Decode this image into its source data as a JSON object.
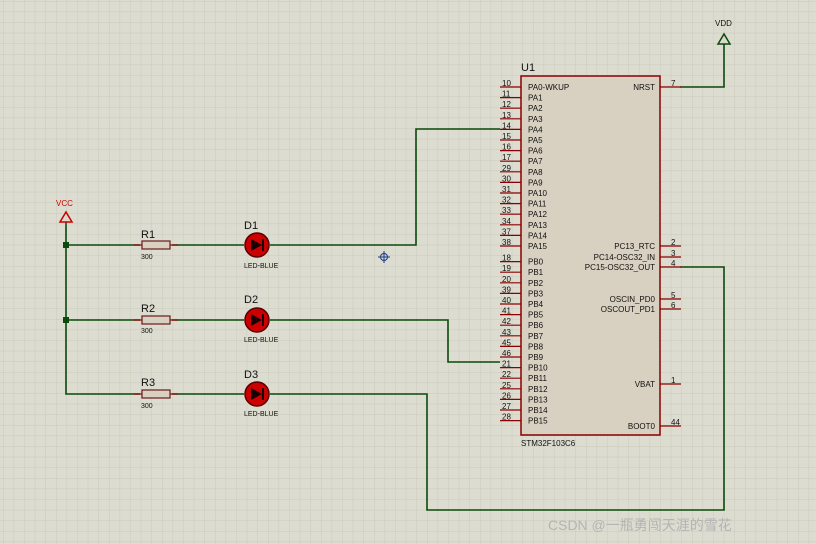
{
  "colors": {
    "background": "#dcdcd0",
    "grid": "#c4c4b6",
    "wire": "#0a4a0a",
    "pin": "#8b0000",
    "chip_fill": "#d8d0c0",
    "chip_border": "#8b0000",
    "led_fill": "#cc0000",
    "vcc_label": "#cc0000",
    "watermark": "#b4b4b4"
  },
  "chip": {
    "ref": "U1",
    "part": "STM32F103C6",
    "left_pins": [
      {
        "num": "10",
        "name": "PA0-WKUP"
      },
      {
        "num": "11",
        "name": "PA1"
      },
      {
        "num": "12",
        "name": "PA2"
      },
      {
        "num": "13",
        "name": "PA3"
      },
      {
        "num": "14",
        "name": "PA4"
      },
      {
        "num": "15",
        "name": "PA5"
      },
      {
        "num": "16",
        "name": "PA6"
      },
      {
        "num": "17",
        "name": "PA7"
      },
      {
        "num": "29",
        "name": "PA8"
      },
      {
        "num": "30",
        "name": "PA9"
      },
      {
        "num": "31",
        "name": "PA10"
      },
      {
        "num": "32",
        "name": "PA11"
      },
      {
        "num": "33",
        "name": "PA12"
      },
      {
        "num": "34",
        "name": "PA13"
      },
      {
        "num": "37",
        "name": "PA14"
      },
      {
        "num": "38",
        "name": "PA15"
      },
      {
        "num": "18",
        "name": "PB0"
      },
      {
        "num": "19",
        "name": "PB1"
      },
      {
        "num": "20",
        "name": "PB2"
      },
      {
        "num": "39",
        "name": "PB3"
      },
      {
        "num": "40",
        "name": "PB4"
      },
      {
        "num": "41",
        "name": "PB5"
      },
      {
        "num": "42",
        "name": "PB6"
      },
      {
        "num": "43",
        "name": "PB7"
      },
      {
        "num": "45",
        "name": "PB8"
      },
      {
        "num": "46",
        "name": "PB9"
      },
      {
        "num": "21",
        "name": "PB10"
      },
      {
        "num": "22",
        "name": "PB11"
      },
      {
        "num": "25",
        "name": "PB12"
      },
      {
        "num": "26",
        "name": "PB13"
      },
      {
        "num": "27",
        "name": "PB14"
      },
      {
        "num": "28",
        "name": "PB15"
      }
    ],
    "right_pins": [
      {
        "num": "7",
        "name": "NRST"
      },
      {
        "num": "2",
        "name": "PC13_RTC"
      },
      {
        "num": "3",
        "name": "PC14-OSC32_IN"
      },
      {
        "num": "4",
        "name": "PC15-OSC32_OUT"
      },
      {
        "num": "5",
        "name": "OSCIN_PD0"
      },
      {
        "num": "6",
        "name": "OSCOUT_PD1"
      },
      {
        "num": "1",
        "name": "VBAT"
      },
      {
        "num": "44",
        "name": "BOOT0"
      }
    ]
  },
  "power": {
    "vdd": "VDD",
    "vcc": "VCC"
  },
  "resistors": [
    {
      "ref": "R1",
      "value": "300"
    },
    {
      "ref": "R2",
      "value": "300"
    },
    {
      "ref": "R3",
      "value": "300"
    }
  ],
  "leds": [
    {
      "ref": "D1",
      "value": "LED-BLUE"
    },
    {
      "ref": "D2",
      "value": "LED-BLUE"
    },
    {
      "ref": "D3",
      "value": "LED-BLUE"
    }
  ],
  "watermark": "CSDN @一瓶勇闯天涯的雪花"
}
